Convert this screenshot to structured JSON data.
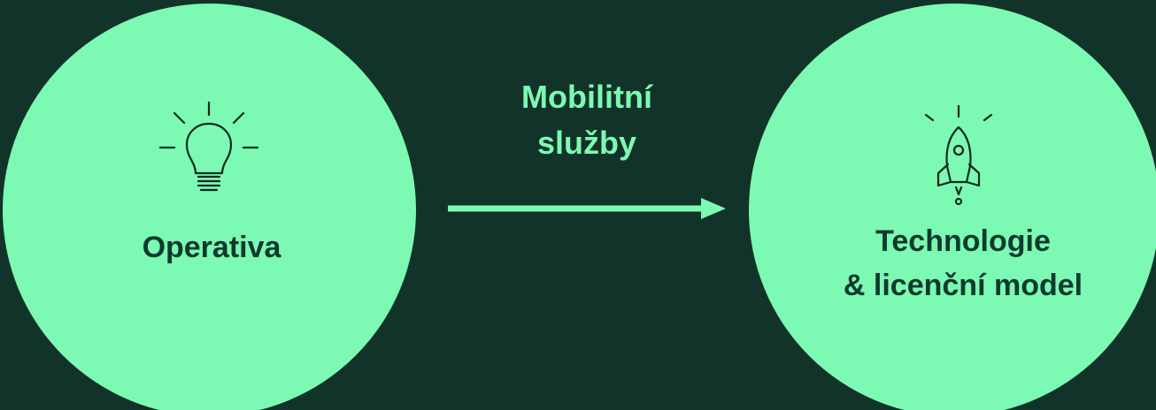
{
  "colors": {
    "background": "#113329",
    "circle": "#7cf9b2",
    "circle_text": "#0e3a2e",
    "accent_text": "#7cf9b2",
    "icon_stroke": "#0f2a22"
  },
  "nodes": {
    "left": {
      "label": "Operativa",
      "icon": "lightbulb-icon"
    },
    "right": {
      "label_line1": "Technologie",
      "label_line2": "& licenční model",
      "icon": "rocket-icon"
    }
  },
  "edge": {
    "label_line1": "Mobilitní",
    "label_line2": "služby",
    "direction": "left-to-right"
  }
}
